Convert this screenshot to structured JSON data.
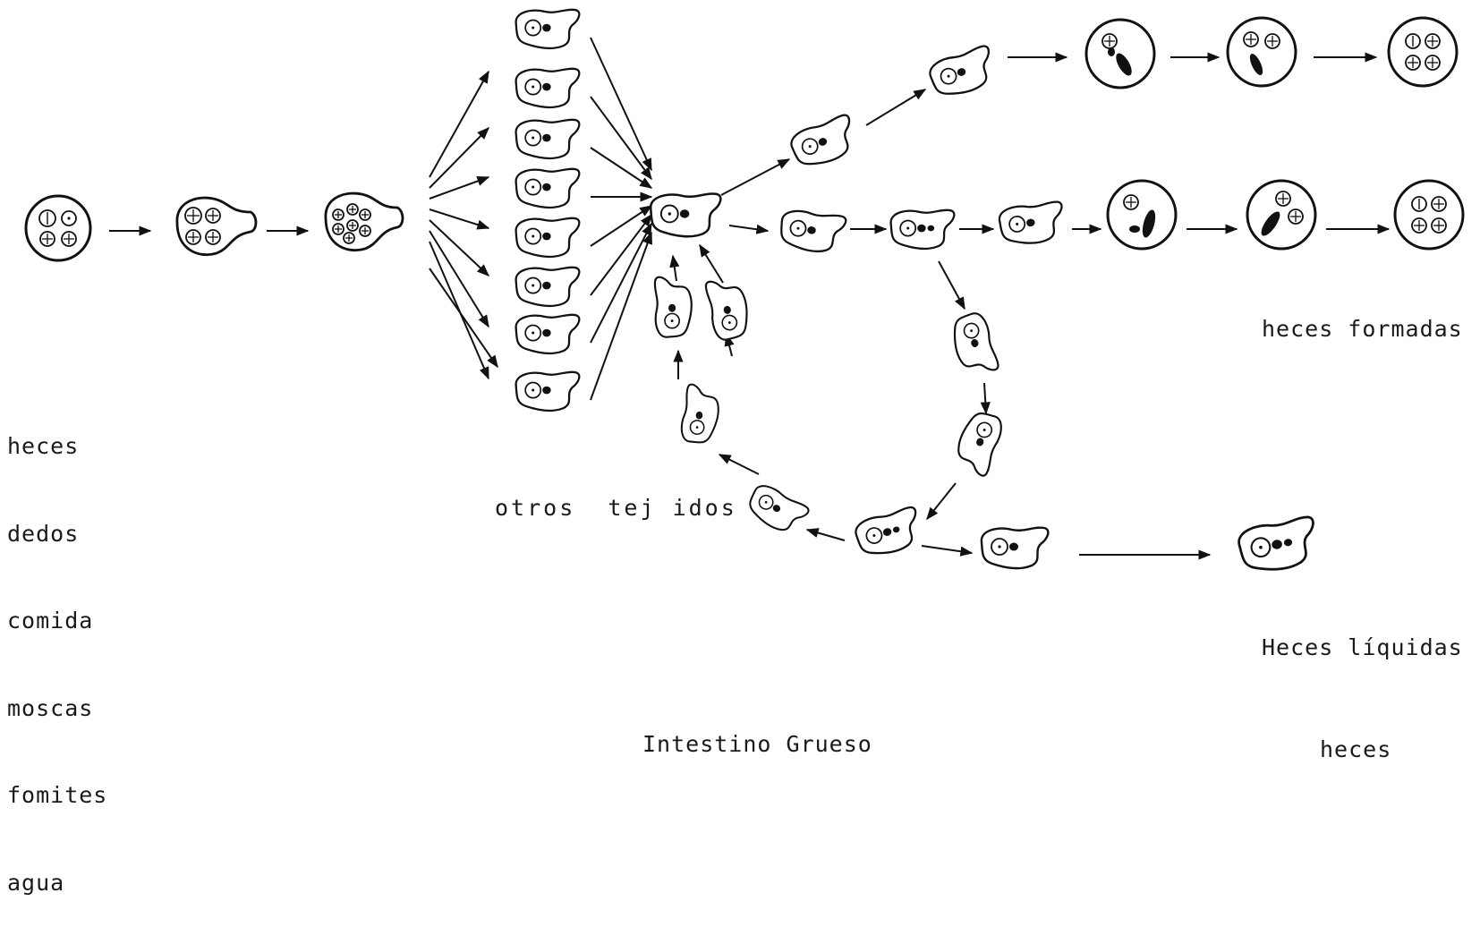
{
  "labels": {
    "sources": [
      "heces",
      "dedos",
      "comida",
      "moscas",
      "fomites",
      "agua"
    ],
    "other_tissues": "otros  tej idos",
    "formed_stool": "heces formadas",
    "liquid_stool": "Heces líquidas",
    "large_intestine": "Intestino Grueso",
    "stool": "heces"
  }
}
